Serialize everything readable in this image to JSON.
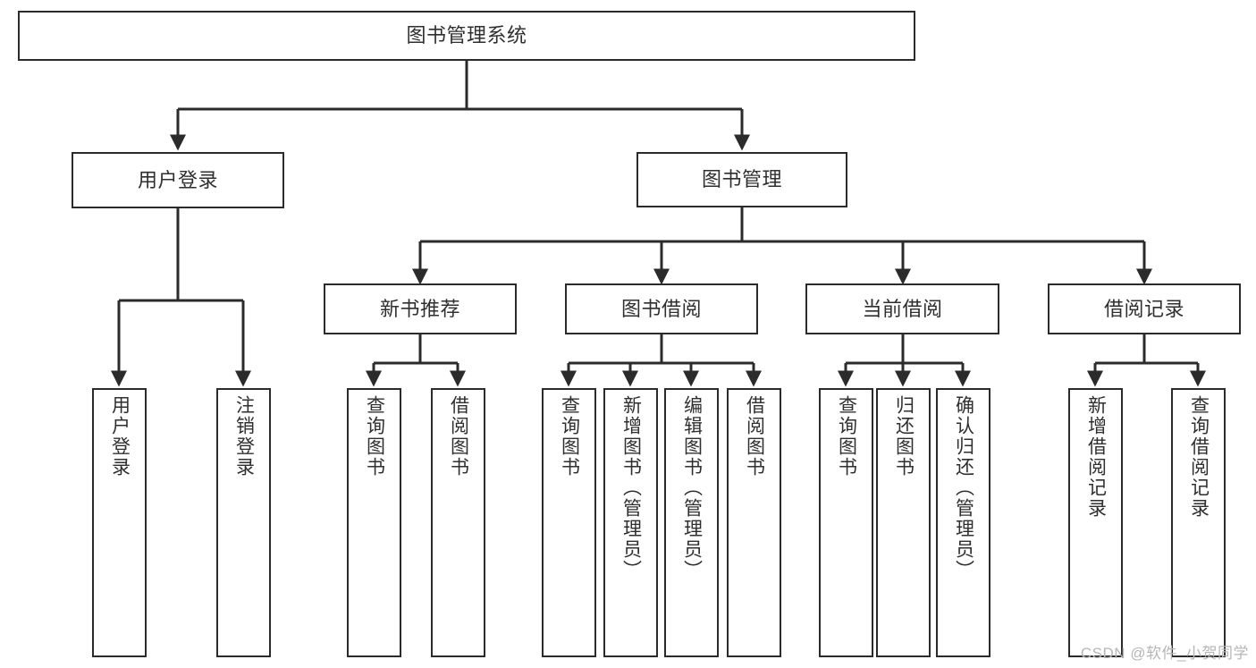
{
  "diagram": {
    "title": "图书管理系统",
    "type": "tree",
    "orientation": "top-down",
    "stroke_color": "#2b2b2b",
    "text_color": "#2f2f2f",
    "background_color": "#ffffff",
    "watermark": "CSDN @软件_小贺同学"
  },
  "nodes": {
    "root": {
      "id": "root",
      "label": "图书管理系统",
      "level": 1
    },
    "n_user_login": {
      "id": "n_user_login",
      "label": "用户登录",
      "level": 2
    },
    "n_book_manage": {
      "id": "n_book_manage",
      "label": "图书管理",
      "level": 2
    },
    "n_new_book_rec": {
      "id": "n_new_book_rec",
      "label": "新书推荐",
      "level": 3
    },
    "n_book_borrow": {
      "id": "n_book_borrow",
      "label": "图书借阅",
      "level": 3
    },
    "n_current_borrow": {
      "id": "n_current_borrow",
      "label": "当前借阅",
      "level": 3
    },
    "n_borrow_record": {
      "id": "n_borrow_record",
      "label": "借阅记录",
      "level": 3
    },
    "l_user_login": {
      "id": "l_user_login",
      "label": "用户登录",
      "level": 4
    },
    "l_logout": {
      "id": "l_logout",
      "label": "注销登录",
      "level": 4
    },
    "l_query_book_1": {
      "id": "l_query_book_1",
      "label": "查询图书",
      "level": 4
    },
    "l_borrow_book_1": {
      "id": "l_borrow_book_1",
      "label": "借阅图书",
      "level": 4
    },
    "l_query_book_2": {
      "id": "l_query_book_2",
      "label": "查询图书",
      "level": 4
    },
    "l_add_book": {
      "id": "l_add_book",
      "label": "新增图书（管理员）",
      "level": 4
    },
    "l_edit_book": {
      "id": "l_edit_book",
      "label": "编辑图书（管理员）",
      "level": 4
    },
    "l_borrow_book_2": {
      "id": "l_borrow_book_2",
      "label": "借阅图书",
      "level": 4
    },
    "l_query_book_3": {
      "id": "l_query_book_3",
      "label": "查询图书",
      "level": 4
    },
    "l_return_book": {
      "id": "l_return_book",
      "label": "归还图书",
      "level": 4
    },
    "l_confirm_return": {
      "id": "l_confirm_return",
      "label": "确认归还（管理员）",
      "level": 4
    },
    "l_add_record": {
      "id": "l_add_record",
      "label": "新增借阅记录",
      "level": 4
    },
    "l_query_record": {
      "id": "l_query_record",
      "label": "查询借阅记录",
      "level": 4
    }
  },
  "edges": [
    {
      "from": "root",
      "to": "n_user_login"
    },
    {
      "from": "root",
      "to": "n_book_manage"
    },
    {
      "from": "n_user_login",
      "to": "l_user_login"
    },
    {
      "from": "n_user_login",
      "to": "l_logout"
    },
    {
      "from": "n_book_manage",
      "to": "n_new_book_rec"
    },
    {
      "from": "n_book_manage",
      "to": "n_book_borrow"
    },
    {
      "from": "n_book_manage",
      "to": "n_current_borrow"
    },
    {
      "from": "n_book_manage",
      "to": "n_borrow_record"
    },
    {
      "from": "n_new_book_rec",
      "to": "l_query_book_1"
    },
    {
      "from": "n_new_book_rec",
      "to": "l_borrow_book_1"
    },
    {
      "from": "n_book_borrow",
      "to": "l_query_book_2"
    },
    {
      "from": "n_book_borrow",
      "to": "l_add_book"
    },
    {
      "from": "n_book_borrow",
      "to": "l_edit_book"
    },
    {
      "from": "n_book_borrow",
      "to": "l_borrow_book_2"
    },
    {
      "from": "n_current_borrow",
      "to": "l_query_book_3"
    },
    {
      "from": "n_current_borrow",
      "to": "l_return_book"
    },
    {
      "from": "n_current_borrow",
      "to": "l_confirm_return"
    },
    {
      "from": "n_borrow_record",
      "to": "l_add_record"
    },
    {
      "from": "n_borrow_record",
      "to": "l_query_record"
    }
  ]
}
